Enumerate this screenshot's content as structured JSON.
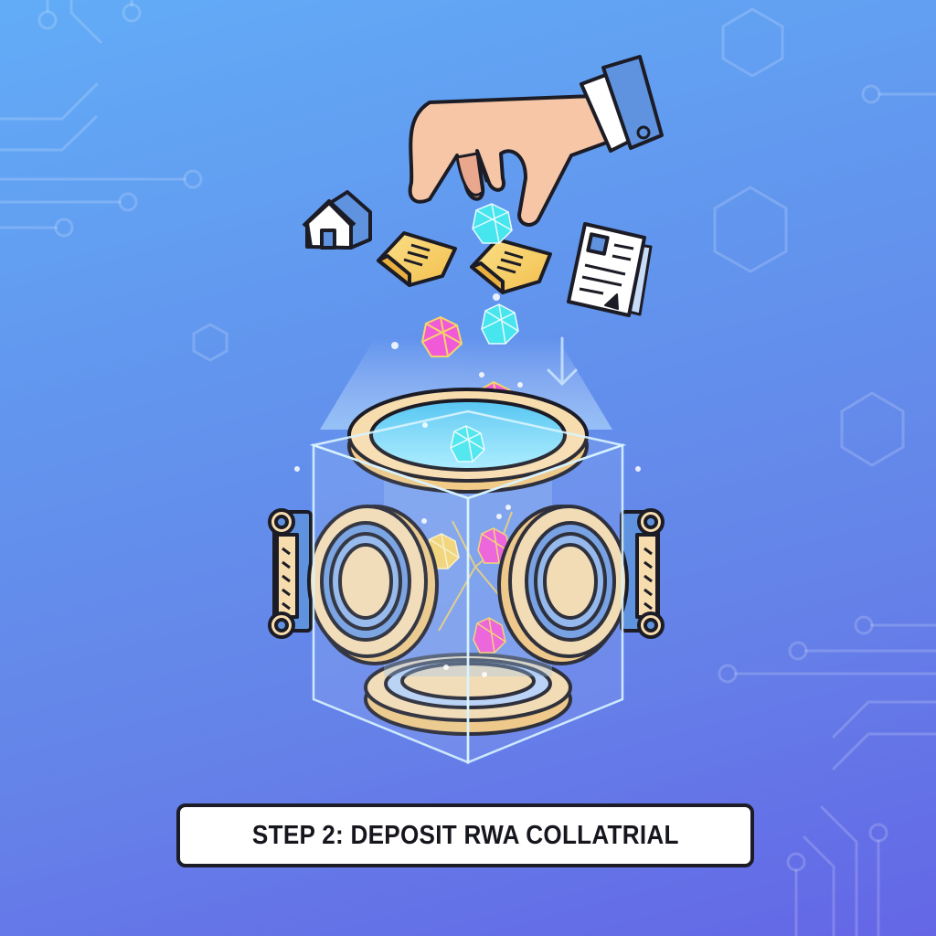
{
  "illustration": {
    "title": "Deposit RWA collateral into tokenization vault",
    "caption": "STEP 2: DEPOSIT RWA COLLATRIAL",
    "assets": [
      "house",
      "gold bar",
      "gold bar",
      "document"
    ],
    "tokens": [
      "cyan crystal",
      "magenta crystal",
      "cyan crystal",
      "magenta crystal",
      "cyan crystal"
    ],
    "vault_contents": [
      "yellow crystal",
      "magenta crystal",
      "magenta crystal"
    ]
  },
  "colors": {
    "background_top": "#62acf7",
    "background_bottom": "#6466e6",
    "outline": "#1c1c26",
    "gold": "#f6cd6b",
    "vault_cream": "#f7dcae",
    "vault_blue": "#6f9be0",
    "skin": "#f4c2a0",
    "sleeve": "#5f93e0",
    "crystal_cyan": "#47e5ee",
    "crystal_magenta": "#f05ad8",
    "crystal_yellow": "#f7d46a",
    "caption_bg": "#ffffff",
    "caption_text": "#16161e"
  }
}
